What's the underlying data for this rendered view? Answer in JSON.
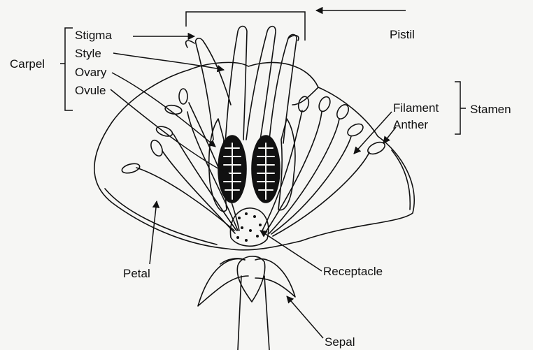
{
  "labels": {
    "carpel": "Carpel",
    "stigma": "Stigma",
    "style": "Style",
    "ovary": "Ovary",
    "ovule": "Ovule",
    "pistil": "Pistil",
    "filament": "Filament",
    "anther": "Anther",
    "stamen": "Stamen",
    "petal": "Petal",
    "receptacle": "Receptacle",
    "sepal": "Sepal"
  },
  "colors": {
    "ink": "#111111",
    "background": "#f6f6f4"
  }
}
